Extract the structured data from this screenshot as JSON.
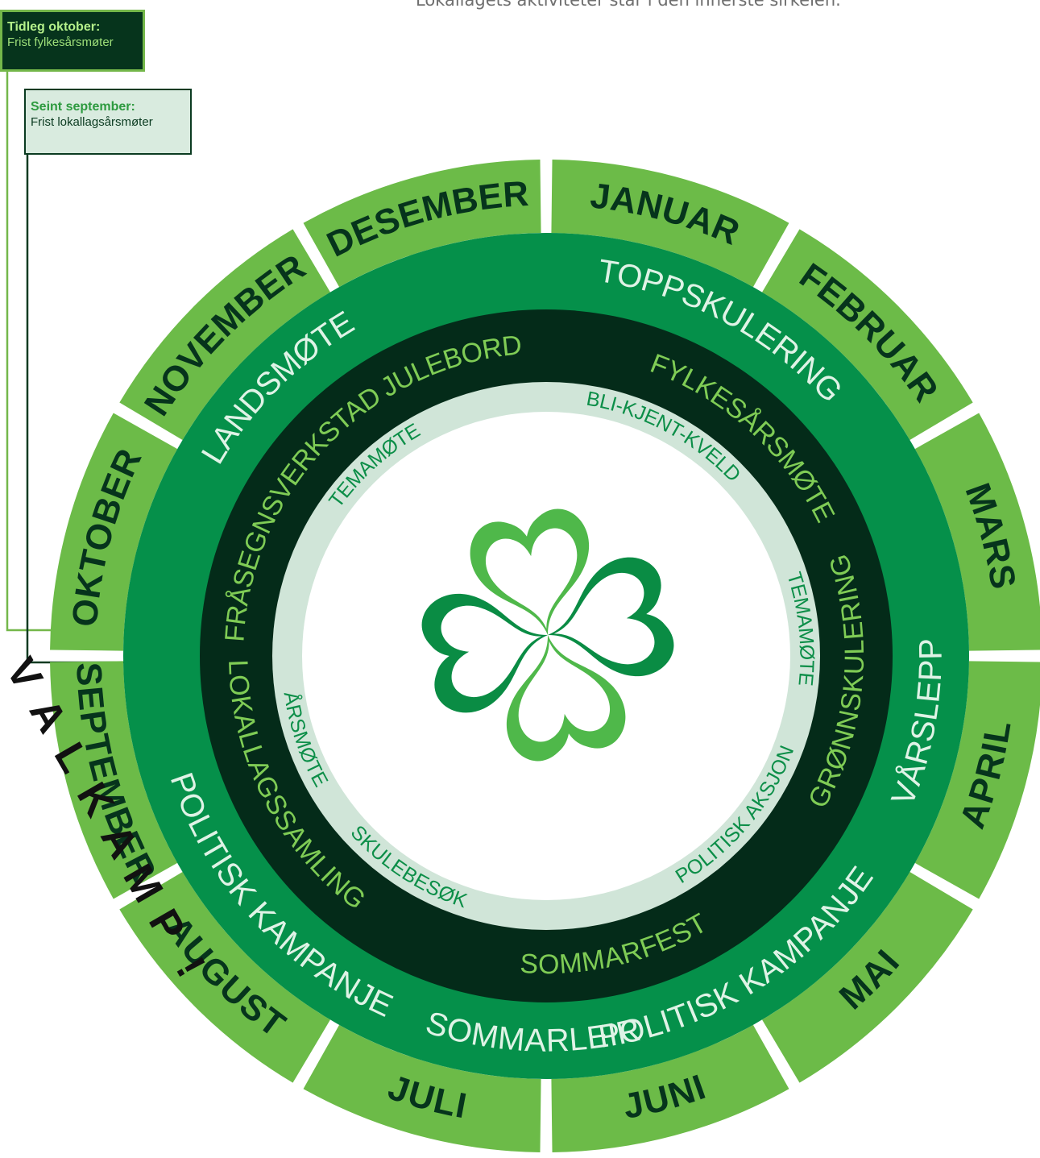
{
  "note": "Lokallagets aktiviteter står i den innerste sirkelen.",
  "callouts": {
    "october": {
      "title": "Tidleg oktober:",
      "text": "Frist fylkesårsmøter"
    },
    "september": {
      "title": "Seint september:",
      "text": "Frist lokallagsårsmøter"
    }
  },
  "months": [
    "JANUAR",
    "FEBRUAR",
    "MARS",
    "APRIL",
    "MAI",
    "JUNI",
    "JULI",
    "AUGUST",
    "SEPTEMBER",
    "OKTOBER",
    "NOVEMBER",
    "DESEMBER"
  ],
  "national_ring": [
    "TOPPSKULERING",
    "VÅRSLEPP",
    "POLITISK KAMPANJE",
    "SOMMARLEIR",
    "POLITISK KAMPANJE",
    "LANDSMØTE"
  ],
  "county_ring": [
    "FYLKESÅRSMØTE",
    "GRØNNSKULERING",
    "SOMMARFEST",
    "LOKALLAGSSAMLING",
    "FRÅSEGNSVERKSTAD",
    "JULEBORD"
  ],
  "local_ring": [
    "BLI-KJENT-KVELD",
    "TEMAMØTE",
    "POLITISK AKSJON",
    "SKULEBESØK",
    "ÅRSMØTE",
    "TEMAMØTE"
  ],
  "valkamp": "VALKAMP!",
  "logo": "four-leaf-clover",
  "colors": {
    "month_ring": "#6cbb48",
    "national_ring": "#05904a",
    "county_ring": "#042b19",
    "local_ring": "#d0e5d8",
    "month_text": "#06341c",
    "national_text": "#dff3e6",
    "county_text": "#7fcc55",
    "local_text": "#0c8e48",
    "logo_light": "#4fb84a",
    "logo_dark": "#0a8c44"
  }
}
